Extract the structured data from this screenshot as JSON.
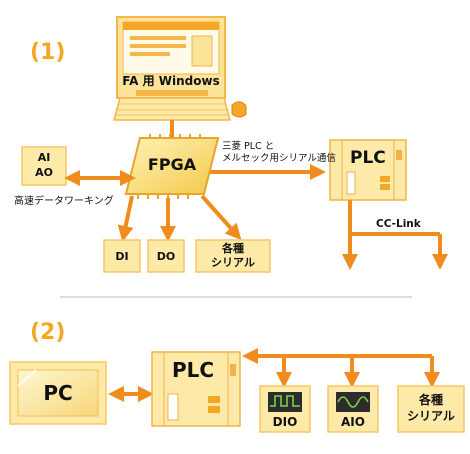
{
  "sections": {
    "one": {
      "label": "(1)"
    },
    "two": {
      "label": "(2)"
    }
  },
  "section1": {
    "monitor_label": "FA 用 Windows",
    "fpga_label": "FPGA",
    "aiao_label": "AI\nAO",
    "networking_label": "高速データワーキング",
    "plc_label": "PLC",
    "comm_label": "三菱 PLC と\nメルセック用シリアル通信",
    "cclink_label": "CC-Link",
    "outputs": [
      "DI",
      "DO",
      "各種\nシリアル"
    ]
  },
  "section2": {
    "pc_label": "PC",
    "plc_label": "PLC",
    "modules": [
      "DIO",
      "AIO",
      "各種\nシリアル"
    ]
  },
  "colors": {
    "orange": "#f08c1e",
    "box_fill": "#fde9a8",
    "box_stroke": "#f7c565",
    "section_label": "#f5a623"
  }
}
